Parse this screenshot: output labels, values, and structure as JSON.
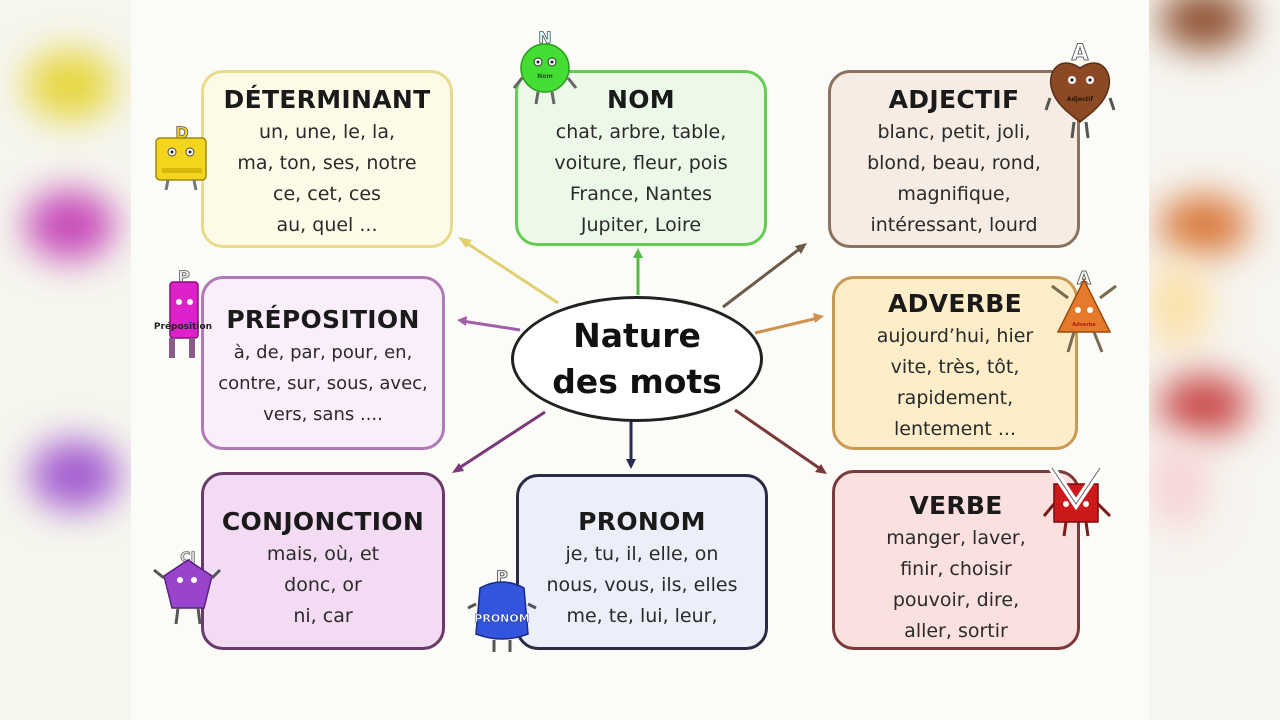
{
  "diagram": {
    "center": {
      "line1": "Nature",
      "line2": "des mots"
    },
    "cards": [
      {
        "id": "determinant",
        "title": "DÉTERMINANT",
        "lines": [
          "un, une, le, la,",
          "ma, ton, ses, notre",
          "ce, cet, ces",
          "au, quel ..."
        ],
        "border": "#e6dc8a",
        "fill": "#fdfbe8",
        "mascot_letter": "D",
        "mascot_color": "#f2d51c"
      },
      {
        "id": "nom",
        "title": "NOM",
        "lines": [
          "chat, arbre, table,",
          "voiture, fleur, pois",
          "France, Nantes",
          "Jupiter, Loire"
        ],
        "border": "#66cc55",
        "fill": "#ecf8e8",
        "mascot_letter": "N",
        "mascot_color": "#44dd33"
      },
      {
        "id": "adjectif",
        "title": "ADJECTIF",
        "lines": [
          "blanc, petit, joli,",
          "blond, beau, rond,",
          "magnifique,",
          "intéressant, lourd"
        ],
        "border": "#8a7260",
        "fill": "#f6ece4",
        "mascot_letter": "A",
        "mascot_color": "#8b4a25"
      },
      {
        "id": "preposition",
        "title": "PRÉPOSITION",
        "lines": [
          "à, de, par, pour, en,",
          "contre, sur, sous, avec,",
          "vers, sans ...."
        ],
        "border": "#b07ab8",
        "fill": "#fbeefb",
        "mascot_letter": "P",
        "mascot_color": "#dd22cc"
      },
      {
        "id": "adverbe",
        "title": "ADVERBE",
        "lines": [
          "aujourd’hui, hier",
          "vite, très, tôt,",
          "rapidement,",
          "lentement ..."
        ],
        "border": "#c99a55",
        "fill": "#fdedc8",
        "mascot_letter": "A",
        "mascot_color": "#e47a2a"
      },
      {
        "id": "conjonction",
        "title": "CONJONCTION",
        "lines": [
          "mais, où, et",
          "donc, or",
          "ni, car"
        ],
        "border": "#6a3a6a",
        "fill": "#f3dcf3",
        "mascot_letter": "CJ",
        "mascot_color": "#9944cc"
      },
      {
        "id": "pronom",
        "title": "PRONOM",
        "lines": [
          "je, tu, il, elle, on",
          "nous, vous, ils, elles",
          "me, te, lui, leur,"
        ],
        "border": "#2a2a44",
        "fill": "#eceef9",
        "mascot_letter": "P",
        "mascot_color": "#3355dd"
      },
      {
        "id": "verbe",
        "title": "VERBE",
        "lines": [
          "manger, laver,",
          "finir, choisir",
          "pouvoir, dire,",
          "aller, sortir"
        ],
        "border": "#7a3a3a",
        "fill": "#fbe0e0",
        "mascot_letter": "V",
        "mascot_color": "#cc1a1a"
      }
    ],
    "mascot_labels": {
      "nom": "Nom",
      "adjectif": "Adjectif",
      "preposition": "Préposition",
      "adverbe": "Adverbe",
      "pronom": "PRONOM"
    }
  }
}
